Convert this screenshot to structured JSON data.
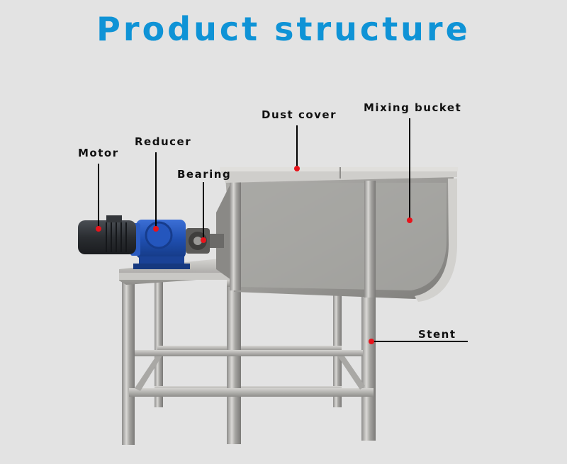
{
  "title": "Product structure",
  "labels": {
    "motor": "Motor",
    "reducer": "Reducer",
    "bearing": "Bearing",
    "dust_cover": "Dust cover",
    "mixing_bucket": "Mixing bucket",
    "stent": "Stent"
  },
  "colors": {
    "title": "#0f93d6",
    "marker": "#e8131b",
    "leader_line": "#000000",
    "motor_body": "#2a2d31",
    "reducer_body": "#1f4fb0",
    "steel": "#b9b8b5"
  }
}
